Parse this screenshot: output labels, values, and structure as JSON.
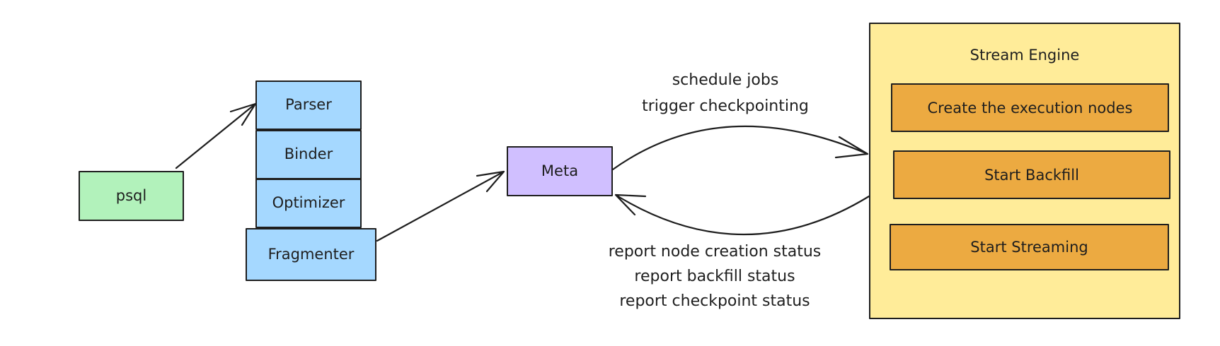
{
  "diagram": {
    "nodes": {
      "psql": {
        "label": "psql",
        "fill": "#b2f2bb"
      },
      "stack": {
        "fill": "#a5d8ff",
        "items": [
          {
            "label": "Parser"
          },
          {
            "label": "Binder"
          },
          {
            "label": "Optimizer"
          },
          {
            "label": "Fragmenter"
          }
        ]
      },
      "meta": {
        "label": "Meta",
        "fill": "#d0bfff"
      },
      "stream_engine": {
        "title": "Stream Engine",
        "fill": "#ffec99",
        "step_fill": "#ecaa41",
        "steps": [
          {
            "label": "Create the execution nodes"
          },
          {
            "label": "Start Backfill"
          },
          {
            "label": "Start Streaming"
          }
        ]
      }
    },
    "edge_labels": {
      "meta_to_engine": {
        "lines": [
          "schedule jobs",
          "trigger checkpointing"
        ]
      },
      "engine_to_meta": {
        "lines": [
          "report node creation status",
          "report backfill status",
          "report checkpoint status"
        ]
      }
    },
    "stroke_color": "#1e1e1e"
  }
}
